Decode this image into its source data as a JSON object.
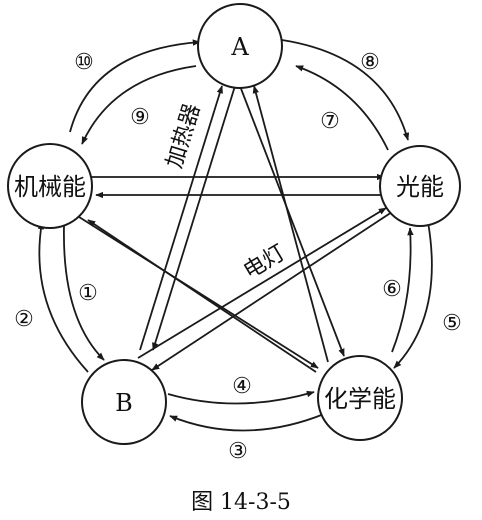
{
  "nodes": {
    "a": "A",
    "mech": "机械能",
    "light": "光能",
    "b": "B",
    "chem": "化学能"
  },
  "edge_labels": {
    "e1": "①",
    "e2": "②",
    "e3": "③",
    "e4": "④",
    "e5": "⑤",
    "e6": "⑥",
    "e7": "⑦",
    "e8": "⑧",
    "e9": "⑨",
    "e10": "⑩"
  },
  "annotations": {
    "heater": "加热器",
    "lamp": "电灯"
  },
  "caption": "图 14-3-5",
  "colors": {
    "ink": "#1a1a1a",
    "background": "#ffffff"
  }
}
